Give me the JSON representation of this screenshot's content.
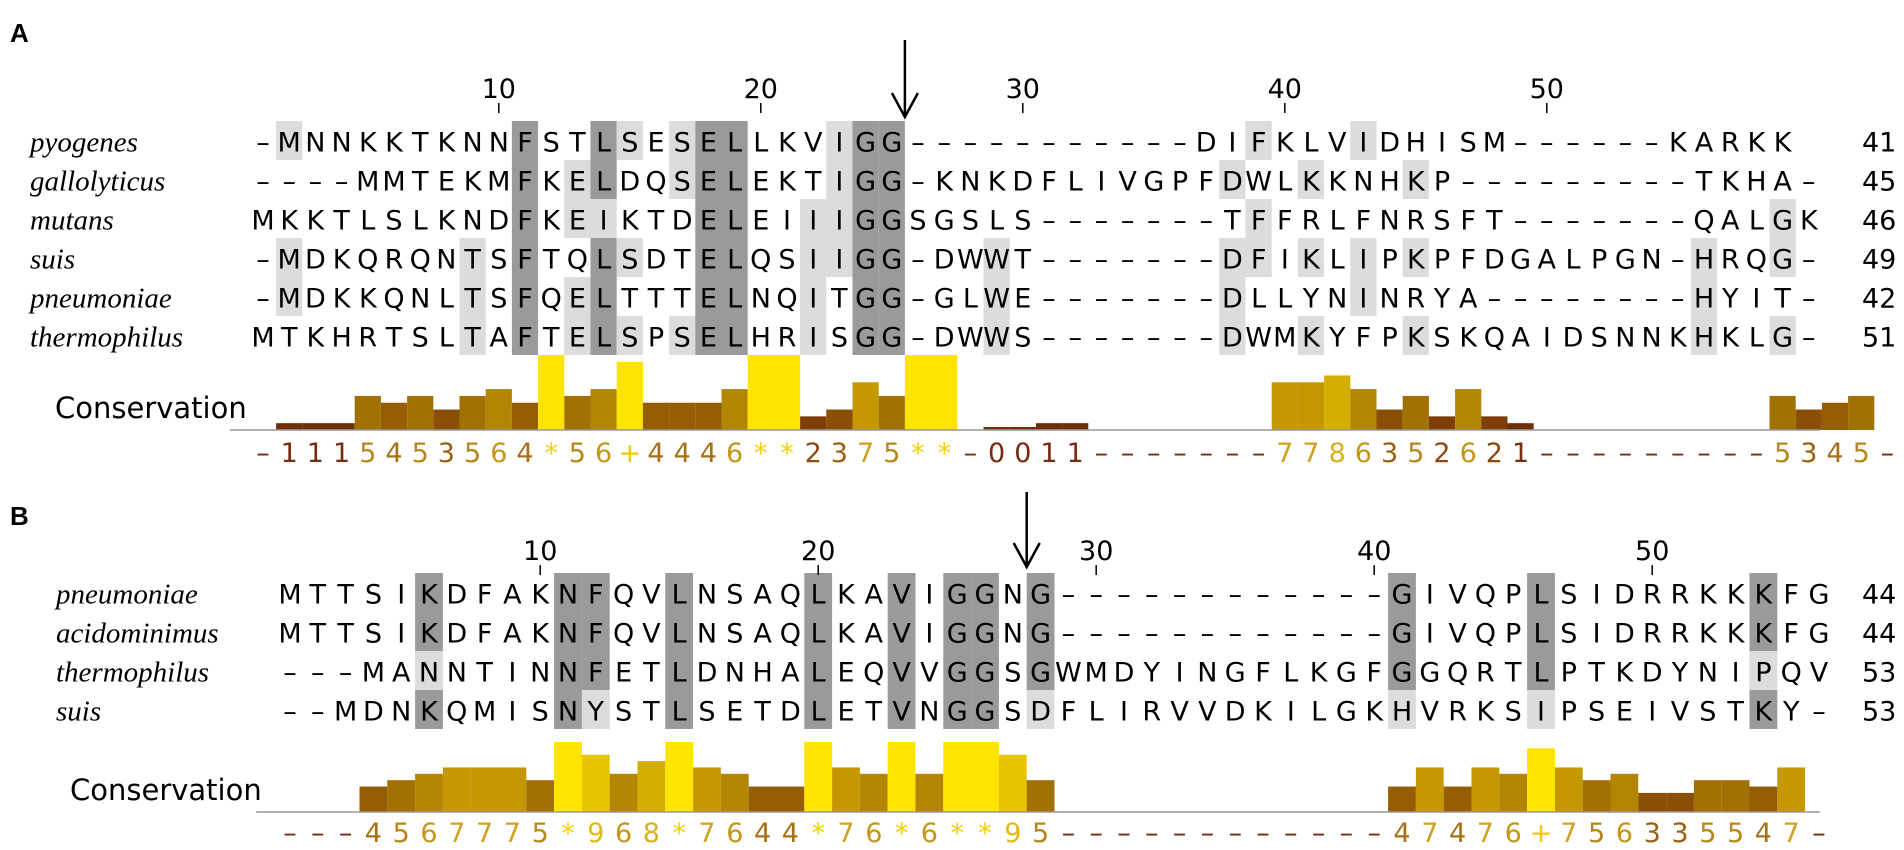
{
  "colors": {
    "shade_dark": "#9a9a9a",
    "shade_light": "#dcdcdc",
    "shade_faint": "#efefef",
    "ramp": [
      "#6e2e08",
      "#6e2e08",
      "#7d3f07",
      "#8a4e05",
      "#955d04",
      "#a27103",
      "#b38502",
      "#c59702",
      "#d6ad01",
      "#e8c300",
      "#ffe400"
    ],
    "score_colors": {
      "-": "#7a2a10",
      "0": "#7a2a10",
      "1": "#7a2a10",
      "2": "#8a4a10",
      "3": "#9a6010",
      "4": "#a87015",
      "5": "#b8861a",
      "6": "#c4961a",
      "7": "#d0a020",
      "8": "#d8b020",
      "9": "#e2b818",
      "+": "#f0c800",
      "*": "#f5d000"
    }
  },
  "panels": [
    {
      "label": "A",
      "ruler": [
        10,
        20,
        30,
        40,
        50
      ],
      "conservation_label": "Conservation",
      "sequences": [
        {
          "species": "pyogenes",
          "residues": "-MNNKKTKNNFSTLSESELLKVIGG-----------DIFKLVIDHISM------KARKK",
          "count": "41"
        },
        {
          "species": "gallolyticus",
          "residues": "----MMTEKMFKELDQSELEKTIGG-KNKDFLIVGPFDWLKKNHKP---------TKHA-",
          "count": "45"
        },
        {
          "species": "mutans",
          "residues": "MKKTLSLKNDFKEIKTDELEIIIGGSGSLS-------TFFRLFNRSFT-------QALGK",
          "count": "46"
        },
        {
          "species": "suis",
          "residues": "-MDKQRQNTSFTQLSDTELQSIIGG-DWWT-------DFIKLIPKPFDGALPGN-HRQG-",
          "count": "49"
        },
        {
          "species": "pneumoniae",
          "residues": "-MDKKQNLTSFQELTTTELNQITGG-GLWE-------DLLYNINRYA--------HYIT-",
          "count": "42"
        },
        {
          "species": "thermophilus",
          "residues": "MTKHRTSLTAFTELSPSELHRISGG-DWWS-------DWMKYFPKSKQAIDSNNKHKLG-",
          "count": "51"
        }
      ],
      "scores": "-1115453564*56+4446**2375**-0011-------7786352621---------5345-"
    },
    {
      "label": "B",
      "ruler": [
        10,
        20,
        30,
        40,
        50
      ],
      "conservation_label": "Conservation",
      "sequences": [
        {
          "species": "pneumoniae",
          "residues": "MTTSIKDFAKNFQVLNSAQLKAVIGGNG------------GIVQPLSIDRRKKKFG",
          "count": "44"
        },
        {
          "species": "acidominimus",
          "residues": "MTTSIKDFAKNFQVLNSAQLKAVIGGNG------------GIVQPLSIDRRKKKFG",
          "count": "44"
        },
        {
          "species": "thermophilus",
          "residues": "---MANNTINNFETLDNHALEQVVGGSGWMDYINGFLKGFGGQRTLPTKDYNIPQV",
          "count": "53"
        },
        {
          "species": "suis",
          "residues": "--MDNKQMISNYSTLSETDLETVNGGSDFLIRVVDKILGKHVRKSIPSEIVSTKY-",
          "count": "53"
        }
      ],
      "scores": "---4567775*968*7644*76*6**95------------47476+756335547-"
    }
  ]
}
